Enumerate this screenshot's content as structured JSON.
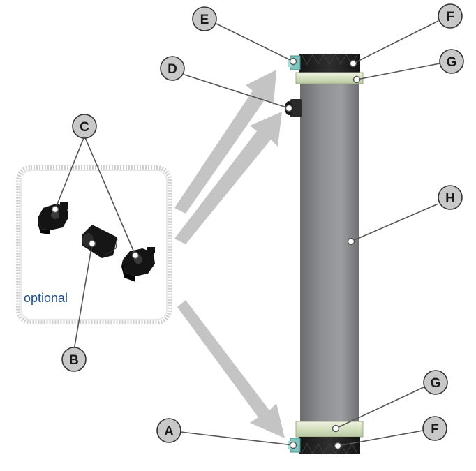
{
  "optional_label": "optional",
  "colors": {
    "optional_text": "#1f4e8c",
    "tube": "#7a7c80",
    "clamp_band": "#d8e3c4",
    "end_cap": "#1c1c1c",
    "arrow": "#c4c4c4"
  },
  "callouts": {
    "E": "E",
    "F_top": "F",
    "D": "D",
    "G_top": "G",
    "C": "C",
    "H": "H",
    "B": "B",
    "G_bottom": "G",
    "A": "A",
    "F_bottom": "F"
  }
}
